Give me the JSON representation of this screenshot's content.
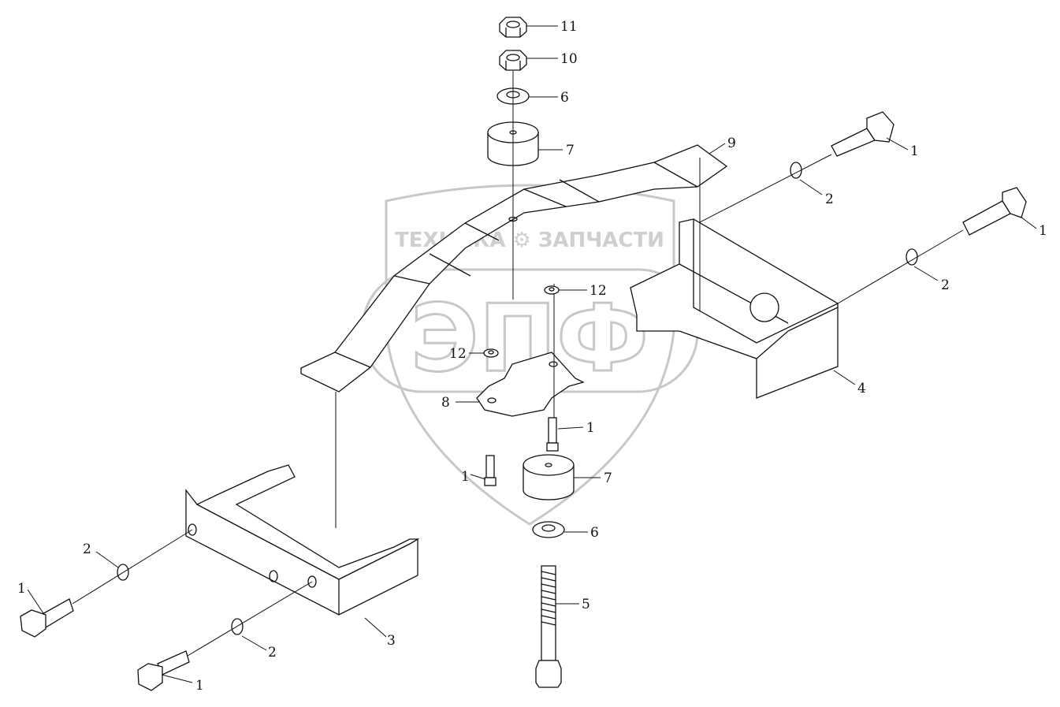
{
  "watermark": {
    "brand_top": "ТЕХНИКА ⚙ ЗАПЧАСТИ",
    "logo_letters": "ЭПФ"
  },
  "callouts": {
    "bolt": "1",
    "washer_spring": "2",
    "bracket_front": "3",
    "bracket_rear": "4",
    "long_bolt": "5",
    "flat_washer": "6",
    "rubber_pad": "7",
    "clamp": "8",
    "leaf_spring": "9",
    "nut_lower": "10",
    "nut_upper": "11",
    "small_nut": "12"
  }
}
